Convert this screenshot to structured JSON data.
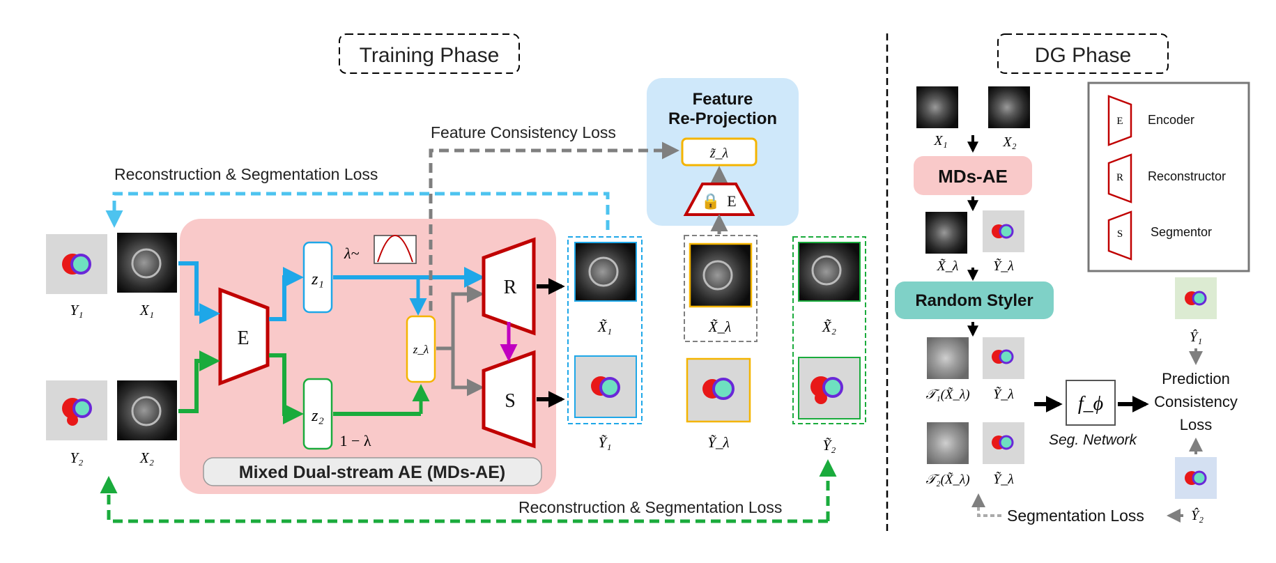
{
  "training": {
    "title": "Training Phase",
    "mds_ae_label": "Mixed Dual-stream AE (MDs-AE)",
    "encoder": "E",
    "reconstructor": "R",
    "segmentor": "S",
    "z1": "z₁",
    "z2": "z₂",
    "zl": "z_λ",
    "lambda_dist": "λ~",
    "one_minus_lambda": "1 − λ",
    "feature_consistency_loss": "Feature Consistency Loss",
    "recon_seg_loss_top": "Reconstruction & Segmentation Loss",
    "recon_seg_loss_bottom": "Reconstruction & Segmentation Loss",
    "reprojection_title_1": "Feature",
    "reprojection_title_2": "Re-Projection",
    "reprojection_z": "z̃_λ",
    "reprojection_encoder": "E",
    "labels": {
      "Y1": "Y₁",
      "X1": "X₁",
      "Y2": "Y₂",
      "X2": "X₂",
      "Xt1": "X̃₁",
      "Yt1": "Ỹ₁",
      "Xtl": "X̃_λ",
      "Ytl": "Ỹ_λ",
      "Xt2": "X̃₂",
      "Yt2": "Ỹ₂"
    }
  },
  "dg": {
    "title": "DG Phase",
    "mds_ae": "MDs-AE",
    "random_styler": "Random Styler",
    "f_phi": "f_ϕ",
    "seg_network": "Seg. Network",
    "prediction_loss": [
      "Prediction",
      "Consistency",
      "Loss"
    ],
    "segmentation_loss": "Segmentation Loss",
    "labels": {
      "X1": "X₁",
      "X2": "X₂",
      "Xtl": "X̃_λ",
      "Ytl": "Ỹ_λ",
      "T1": "𝒯₁(X̃_λ)",
      "T1y": "Ỹ_λ",
      "T2": "𝒯₂(X̃_λ)",
      "T2y": "Ỹ_λ",
      "Yh1": "Ŷ₁",
      "Yh2": "Ŷ₂"
    },
    "legend": [
      {
        "letter": "E",
        "name": "Encoder"
      },
      {
        "letter": "R",
        "name": "Reconstructor"
      },
      {
        "letter": "S",
        "name": "Segmentor"
      }
    ]
  },
  "colors": {
    "mds_bg": "#f9c9c9",
    "reproj_bg": "#cfe8fa",
    "dark_red": "#c00000",
    "blue_arrow": "#1ea7e8",
    "green_arrow": "#1aab3c",
    "gray_arrow": "#7f7f7f",
    "orange": "#f4b400",
    "magenta": "#c000c0",
    "teal": "#7fd1c7",
    "mask_red": "#e81818",
    "mask_purple": "#6a28d8",
    "mask_cyan": "#6ee0c0"
  }
}
